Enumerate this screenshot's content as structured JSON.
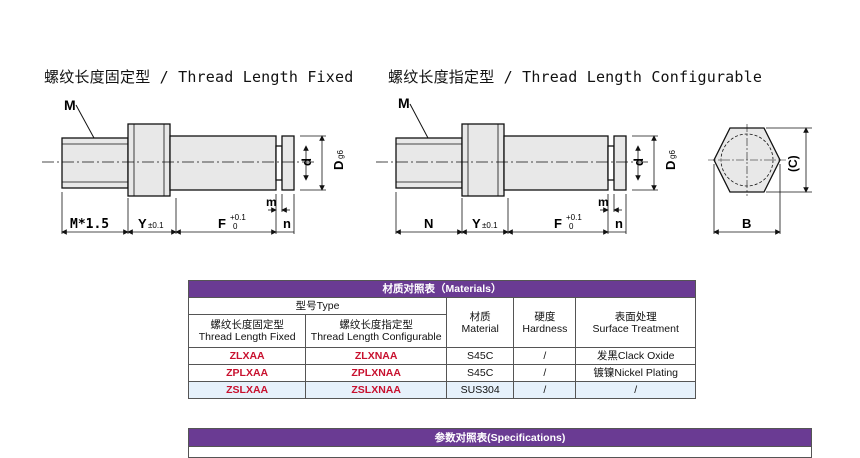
{
  "headings": {
    "fixed": "螺纹长度固定型 / Thread Length Fixed",
    "configurable": "螺纹长度指定型 / Thread Length Configurable"
  },
  "drawing": {
    "label_m": "M",
    "label_d": "d",
    "label_dg6": "D",
    "label_dg6_sub": "g6",
    "label_m_small": "m",
    "label_n_small": "n",
    "dim_m15": "M*1.5",
    "dim_n": "N",
    "dim_y": "Y",
    "dim_y_tol": "±0.1",
    "dim_f": "F",
    "dim_f_tol_up": "+0.1",
    "dim_f_tol_low": "0",
    "dim_b": "B",
    "dim_c": "(C)"
  },
  "materials_table": {
    "title": "材质对照表（Materials）",
    "type_header": "型号Type",
    "col_fixed_cn": "螺纹长度固定型",
    "col_fixed_en": "Thread Length Fixed",
    "col_conf_cn": "螺纹长度指定型",
    "col_conf_en": "Thread Length Configurable",
    "col_material_cn": "材质",
    "col_material_en": "Material",
    "col_hardness_cn": "硬度",
    "col_hardness_en": "Hardness",
    "col_surface_cn": "表面处理",
    "col_surface_en": "Surface Treatment",
    "rows": [
      {
        "fixed": "ZLXAA",
        "conf": "ZLXNAA",
        "material": "S45C",
        "hardness": "/",
        "surface": "发黑Clack Oxide"
      },
      {
        "fixed": "ZPLXAA",
        "conf": "ZPLXNAA",
        "material": "S45C",
        "hardness": "/",
        "surface": "镀镍Nickel Plating"
      },
      {
        "fixed": "ZSLXAA",
        "conf": "ZSLXNAA",
        "material": "SUS304",
        "hardness": "/",
        "surface": "/"
      }
    ]
  },
  "specs_table": {
    "title": "参数对照表(Specifications)"
  }
}
